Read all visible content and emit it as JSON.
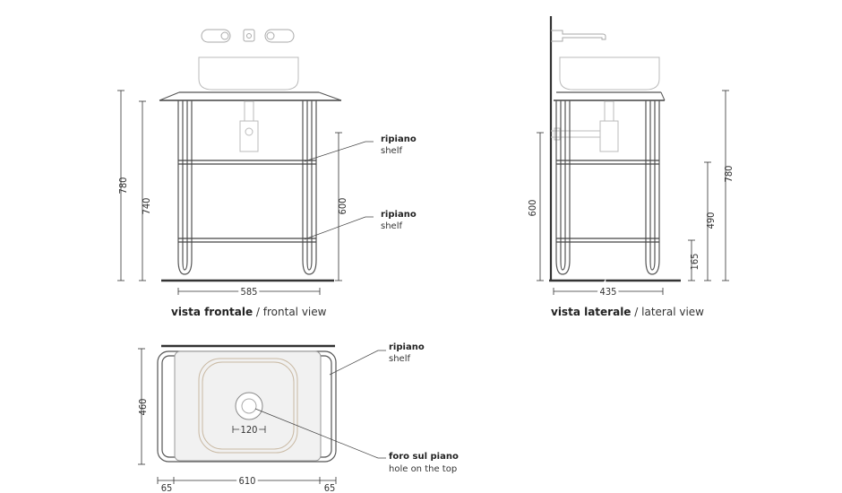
{
  "front_view": {
    "caption_main": "vista frontale",
    "caption_sep": " / ",
    "caption_sub": "frontal view",
    "dims": {
      "overall_height": "780",
      "inner_height": "740",
      "shelf_height": "600",
      "width": "585"
    },
    "callouts": [
      {
        "main": "ripiano",
        "sub": "shelf"
      },
      {
        "main": "ripiano",
        "sub": "shelf"
      }
    ]
  },
  "side_view": {
    "caption_main": "vista laterale",
    "caption_sep": " / ",
    "caption_sub": "lateral view",
    "dims": {
      "shelf_height": "600",
      "depth": "435",
      "foot_height": "165",
      "mid_height": "490",
      "overall_height": "780"
    }
  },
  "top_view": {
    "dims": {
      "depth": "460",
      "width": "610",
      "left_overhang": "65",
      "right_overhang": "65",
      "hole_diameter": "120"
    },
    "callouts": [
      {
        "main": "ripiano",
        "sub": "shelf"
      },
      {
        "main": "foro sul piano",
        "sub": "hole on the top"
      }
    ]
  }
}
